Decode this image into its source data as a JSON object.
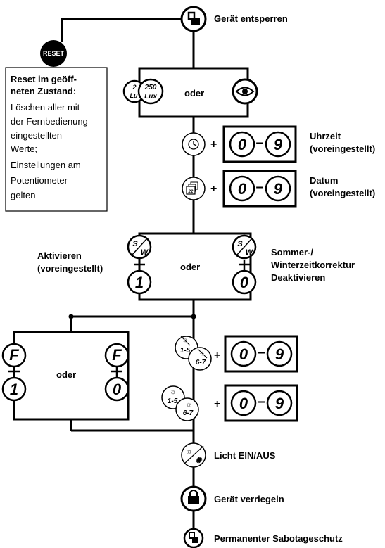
{
  "nodes": {
    "unlock": "Gerät entsperren",
    "time": "Uhrzeit",
    "time_sub": "(voreingestellt)",
    "date": "Datum",
    "date_sub": "(voreingestellt)",
    "activate": "Aktivieren",
    "activate_sub": "(voreingestellt)",
    "dst_line1": "Sommer-/",
    "dst_line2": "Winterzeitkorrektur",
    "dst_line3": "Deaktivieren",
    "light_toggle": "Licht EIN/AUS",
    "lock": "Gerät verriegeln",
    "permanent": "Permanenter Sabotageschutz"
  },
  "or_label": "oder",
  "reset_button": "RESET",
  "reset_note": {
    "bold_line1": "Reset im geöff-",
    "bold_line2": "neten Zustand:",
    "lines": [
      "Löschen aller mit",
      "der Fernbedienung",
      "eingestellten",
      "Werte;",
      "Einstellungen am",
      "Potentiometer",
      "gelten"
    ]
  },
  "buttons": {
    "lux_2": "2",
    "lux_lu": "Lu",
    "lux_250": "250",
    "lux_unit": "Lux",
    "sw_s": "S",
    "sw_w": "W",
    "f": "F",
    "one": "1",
    "zero": "0",
    "nine": "9",
    "date_icon_num": "22",
    "days_1_5": "1-5",
    "days_6_7": "6-7"
  },
  "symbols": {
    "plus": "+",
    "dash": "–"
  },
  "icons": [
    "unlock-icon",
    "reset-button",
    "lux-icon",
    "eye-icon",
    "clock-icon",
    "calendar-icon",
    "summer-winter-icon",
    "light-off-weekday-icon",
    "light-on-weekday-icon",
    "light-toggle-icon",
    "lock-icon",
    "permanent-lock-icon"
  ]
}
